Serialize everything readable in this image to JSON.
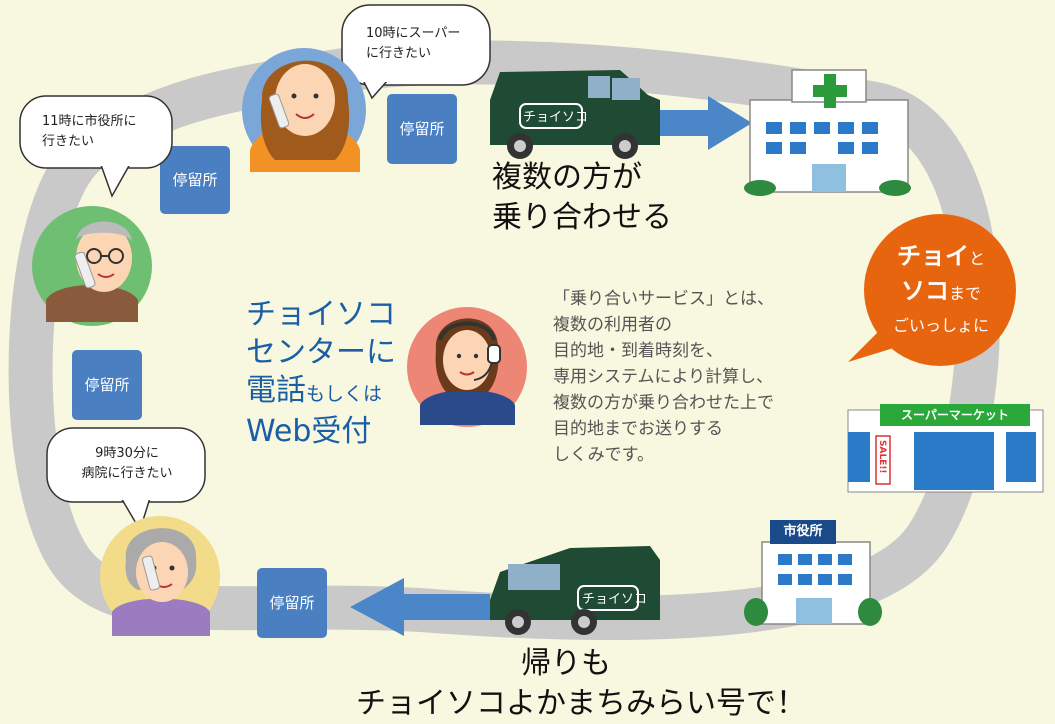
{
  "bubbles": {
    "supermarket": [
      "10時にスーパー",
      "に行きたい"
    ],
    "city_hall": [
      "11時に市役所に",
      "行きたい"
    ],
    "hospital": [
      "9時30分に",
      "病院に行きたい"
    ]
  },
  "stop_label": "停留所",
  "stops": [
    "停留所",
    "停留所",
    "停留所",
    "停留所"
  ],
  "van_logo": "チョイソコ",
  "shared_ride": [
    "複数の方が",
    "乗り合わせる"
  ],
  "return_trip": [
    "帰りも",
    "チョイソコよかまちみらい号で！"
  ],
  "center": {
    "line1": "チョイソコ",
    "line2": "センターに",
    "line3_main": "電話",
    "line3_small": "もしくは",
    "line4": "Web受付"
  },
  "description": [
    "「乗り合いサービス」とは、",
    "複数の利用者の",
    "目的地・到着時刻を、",
    "専用システムにより計算し、",
    "複数の方が乗り合わせた上で",
    "目的地までお送りする",
    "しくみです。"
  ],
  "badge": {
    "choi": "チョイ",
    "to": "と",
    "soko": "ソコ",
    "made": "まで",
    "line3": "ごいっしょに"
  },
  "supermarket_sign": "スーパーマーケット",
  "sale_tag": "SALE!!",
  "city_hall_sign": "市役所",
  "colors": {
    "background": "#f7f8df",
    "road": "#c9c9c9",
    "stop_blue": "#4a7fc1",
    "arrow_blue": "#4a86c8",
    "van_green": "#1f4a33",
    "badge_orange": "#e8650f",
    "title_blue": "#1a5ea8",
    "hospital_cross": "#2a9a3a",
    "supermarket_green": "#2aa83a"
  }
}
